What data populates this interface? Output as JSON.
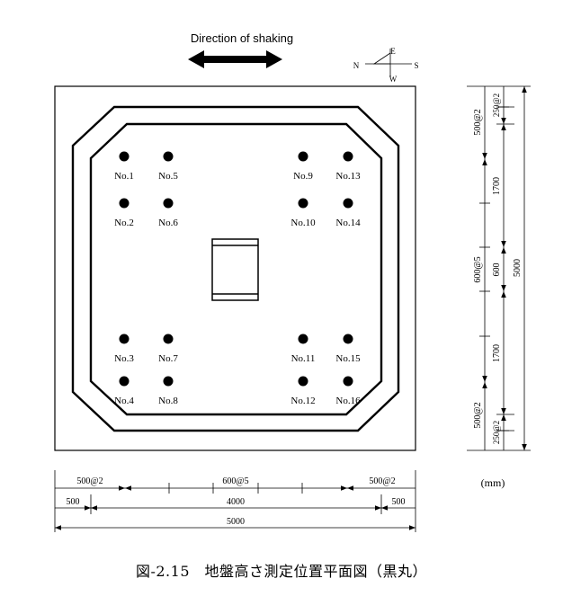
{
  "shaking": {
    "label": "Direction of shaking"
  },
  "compass": {
    "north": "N",
    "east": "E",
    "south": "S",
    "west": "W"
  },
  "points": [
    {
      "label": "No.1"
    },
    {
      "label": "No.5"
    },
    {
      "label": "No.9"
    },
    {
      "label": "No.13"
    },
    {
      "label": "No.2"
    },
    {
      "label": "No.6"
    },
    {
      "label": "No.10"
    },
    {
      "label": "No.14"
    },
    {
      "label": "No.3"
    },
    {
      "label": "No.7"
    },
    {
      "label": "No.11"
    },
    {
      "label": "No.15"
    },
    {
      "label": "No.4"
    },
    {
      "label": "No.8"
    },
    {
      "label": "No.12"
    },
    {
      "label": "No.16"
    }
  ],
  "dims_bottom": {
    "row1": [
      "500@2",
      "600@5",
      "500@2"
    ],
    "row2": [
      "500",
      "4000",
      "500"
    ],
    "row3": [
      "5000"
    ]
  },
  "dims_right": {
    "col1": [
      "500@2",
      "600@5",
      "500@2"
    ],
    "col2": [
      "250@2",
      "1700",
      "600",
      "1700",
      "250@2"
    ],
    "col3": [
      "5000"
    ]
  },
  "unit": "(mm)",
  "caption": "図-2.15　地盤高さ測定位置平面図（黒丸）"
}
